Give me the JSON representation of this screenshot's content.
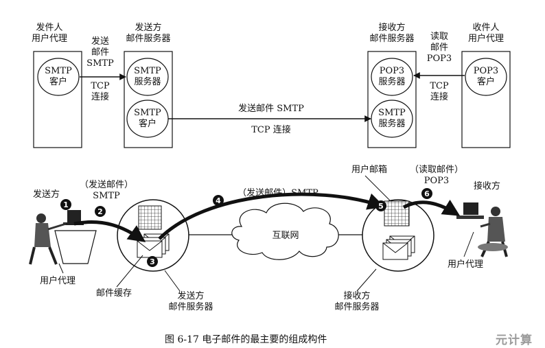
{
  "top": {
    "sender_agent_title": [
      "发件人",
      "用户代理"
    ],
    "sender_agent_client": [
      "SMTP",
      "客户"
    ],
    "send_mail_arrow_label": [
      "发送",
      "邮件",
      "SMTP"
    ],
    "tcp_left_label": [
      "TCP",
      "连接"
    ],
    "sender_server_title": [
      "发送方",
      "邮件服务器"
    ],
    "sender_server_smtp_server": [
      "SMTP",
      "服务器"
    ],
    "sender_server_smtp_client": [
      "SMTP",
      "客户"
    ],
    "middle_arrow_label": "发送邮件 SMTP",
    "middle_tcp_label": "TCP 连接",
    "receiver_server_title": [
      "接收方",
      "邮件服务器"
    ],
    "receiver_server_pop3_server": [
      "POP3",
      "服务器"
    ],
    "receiver_server_smtp_server": [
      "SMTP",
      "服务器"
    ],
    "read_mail_label": [
      "读取",
      "邮件",
      "POP3"
    ],
    "tcp_right_label": [
      "TCP",
      "连接"
    ],
    "receiver_agent_title": [
      "收件人",
      "用户代理"
    ],
    "receiver_agent_client": [
      "POP3",
      "客户"
    ]
  },
  "bottom": {
    "sender_label": "发送方",
    "step2_label": [
      "（发送邮件）",
      "SMTP"
    ],
    "step4_label": "（发送邮件）SMTP",
    "mailbox_label": "用户邮箱",
    "step6_label": [
      "（读取邮件）",
      "POP3"
    ],
    "receiver_label": "接收方",
    "internet_label": "互联网",
    "sender_user_agent": "用户代理",
    "mail_cache": "邮件缓存",
    "sender_server": [
      "发送方",
      "邮件服务器"
    ],
    "receiver_server": [
      "接收方",
      "邮件服务器"
    ],
    "receiver_user_agent": "用户代理",
    "steps": [
      "1",
      "2",
      "3",
      "4",
      "5",
      "6"
    ]
  },
  "caption": "图 6-17    电子邮件的最主要的组成构件",
  "watermark": "元计算"
}
